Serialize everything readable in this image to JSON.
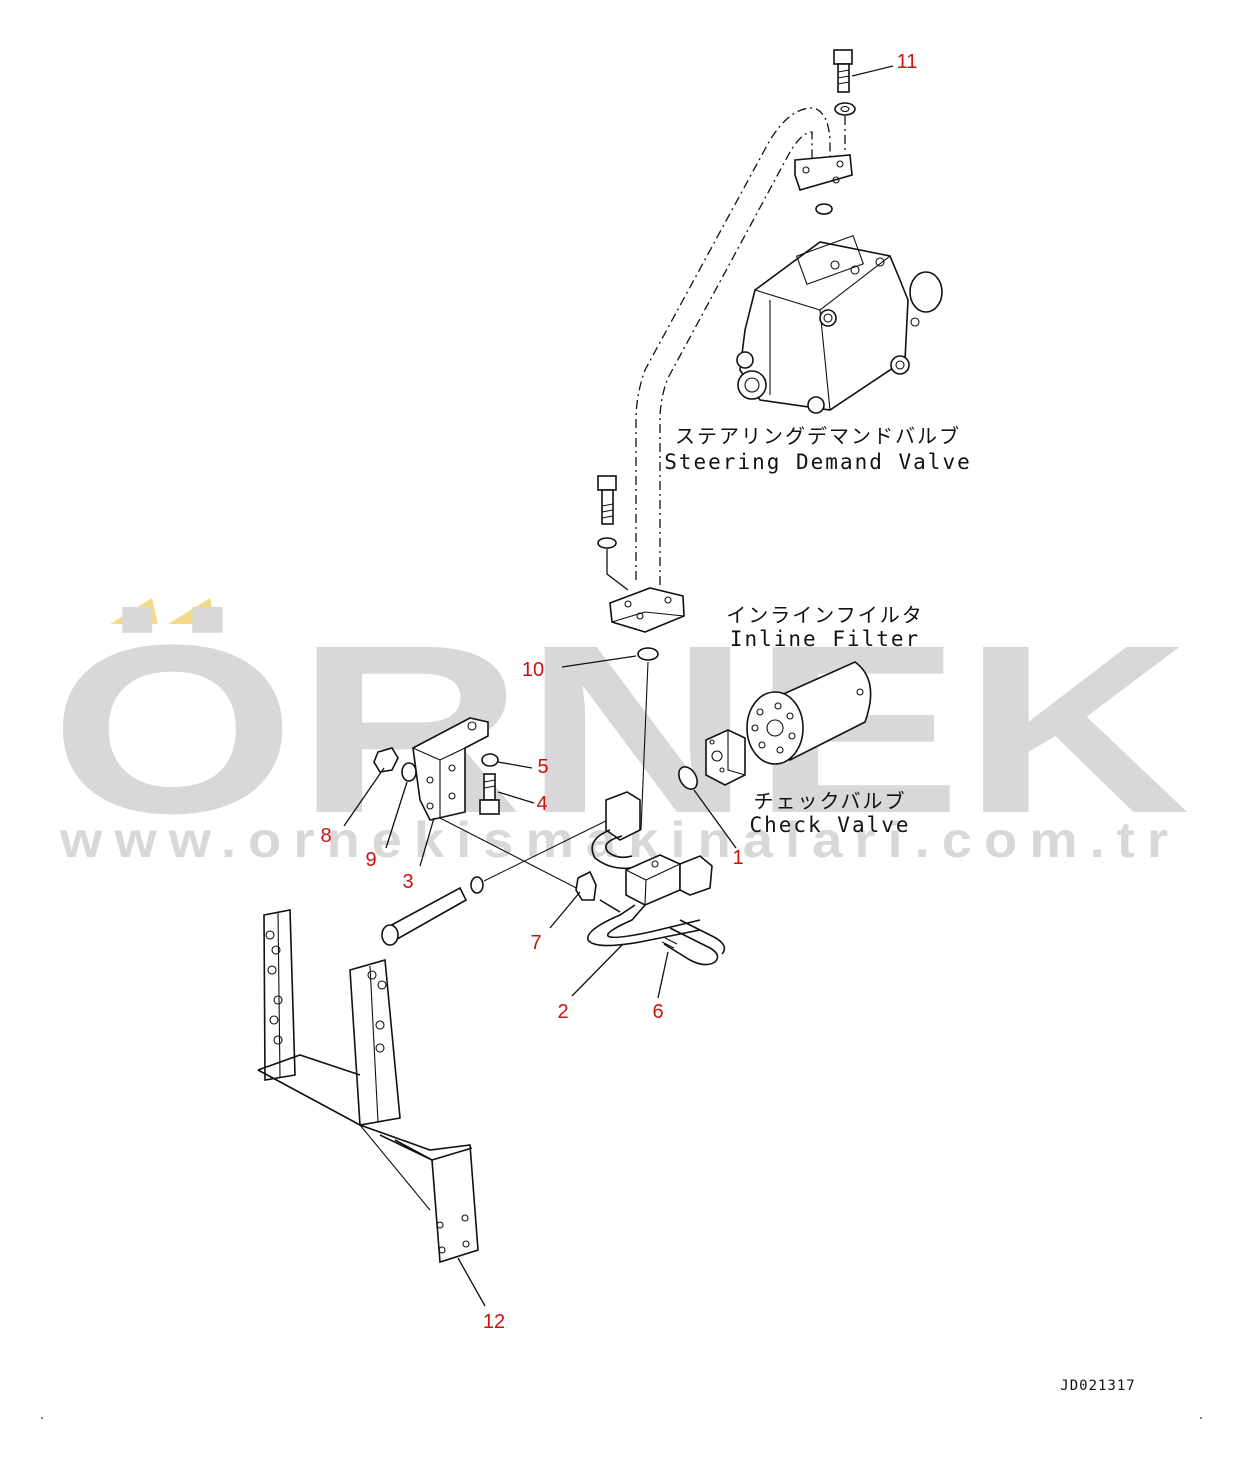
{
  "watermark": {
    "brand": "ÖRNEK",
    "url": "www.ornekismakinalari.com.tr",
    "accent_color": "#f5d98a",
    "text_color": "#d9d7d7"
  },
  "labels": {
    "steering_valve_jp": "ステアリングデマンドバルブ",
    "steering_valve_en": "Steering Demand Valve",
    "inline_filter_jp": "インラインフイルタ",
    "inline_filter_en": "Inline Filter",
    "check_valve_jp": "チェックバルブ",
    "check_valve_en": "Check Valve"
  },
  "callouts": [
    "1",
    "2",
    "3",
    "4",
    "5",
    "6",
    "7",
    "8",
    "9",
    "10",
    "11",
    "12"
  ],
  "callout_color": "#cc1111",
  "drawing_code": "JD021317"
}
